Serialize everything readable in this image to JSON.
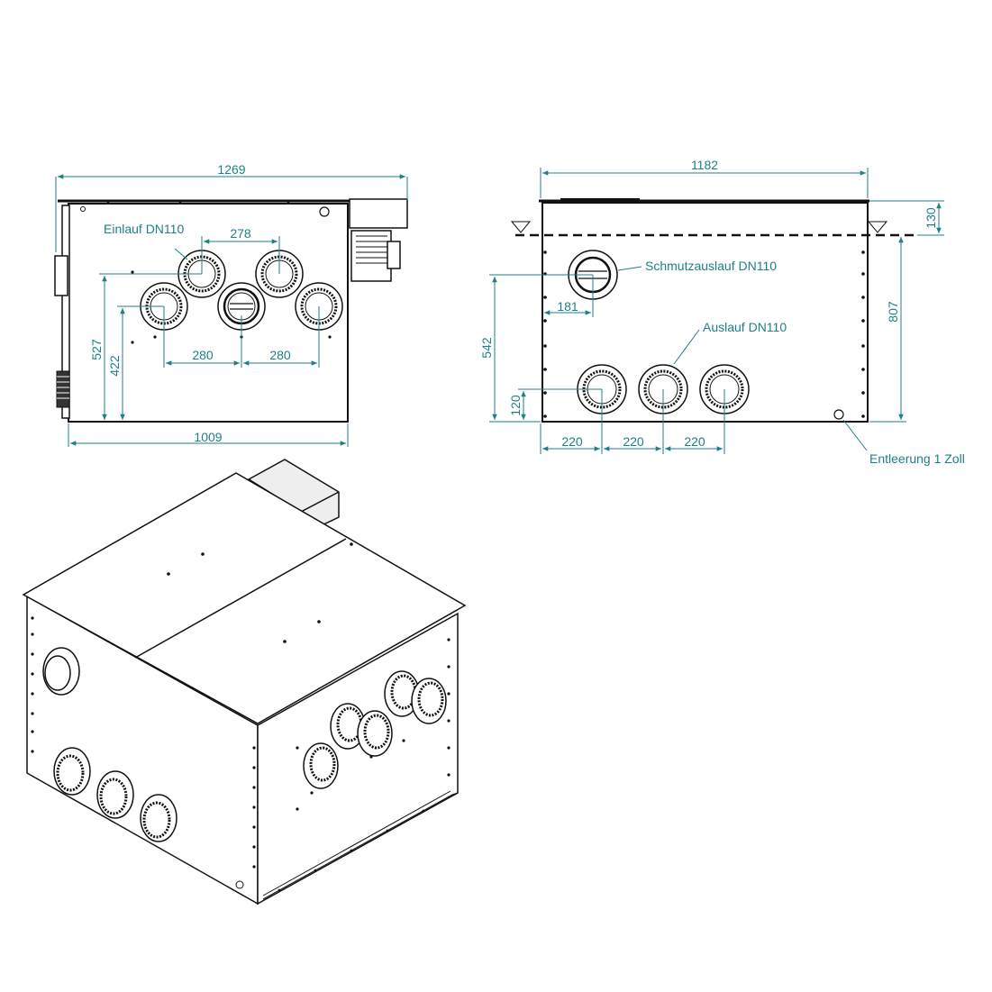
{
  "colors": {
    "dimension": "#1f7f86",
    "outline": "#111111",
    "fill": "#ffffff",
    "shade": "#e8e8e8"
  },
  "side_view": {
    "dims": {
      "overall_width": "1269",
      "body_width": "1009",
      "inlet_spacing_top": "278",
      "inlet_spacing_left": "280",
      "inlet_spacing_right": "280",
      "height_upper": "527",
      "height_lower": "422"
    },
    "labels": {
      "inlet": "Einlauf DN110"
    }
  },
  "front_view": {
    "dims": {
      "overall_width": "1182",
      "top_offset": "130",
      "total_height": "807",
      "dirt_outlet_height": "542",
      "dirt_outlet_offset": "181",
      "outlet_height": "120",
      "outlet_spacing_1": "220",
      "outlet_spacing_2": "220",
      "outlet_spacing_3": "220"
    },
    "labels": {
      "dirt_outlet": "Schmutzauslauf DN110",
      "outlet": "Auslauf DN110",
      "drain": "Entleerung 1 Zoll"
    }
  }
}
